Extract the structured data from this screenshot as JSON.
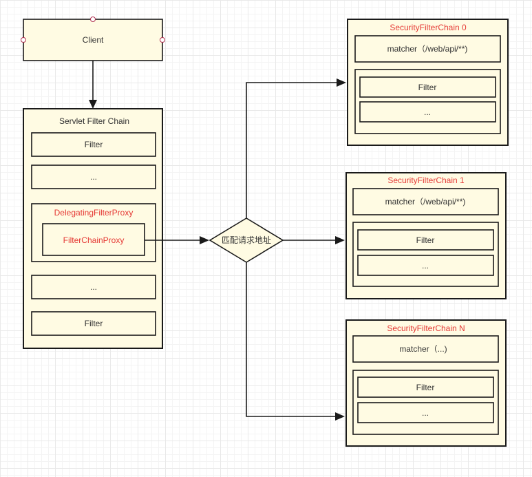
{
  "client": {
    "label": "Client"
  },
  "servlet_chain": {
    "title": "Servlet Filter Chain",
    "filter_top": "Filter",
    "dots_top": "...",
    "delegating": "DelegatingFilterProxy",
    "filter_chain_proxy": "FilterChainProxy",
    "dots_bottom": "...",
    "filter_bottom": "Filter"
  },
  "decision": {
    "label": "匹配请求地址"
  },
  "security_chains": [
    {
      "title": "SecurityFilterChain 0",
      "matcher": "matcher（/web/api/**)",
      "filter": "Filter",
      "dots": "..."
    },
    {
      "title": "SecurityFilterChain 1",
      "matcher": "matcher（/web/api/**)",
      "filter": "Filter",
      "dots": "..."
    },
    {
      "title": "SecurityFilterChain N",
      "matcher": "matcher（...)",
      "filter": "Filter",
      "dots": "..."
    }
  ],
  "colors": {
    "highlight": "#e53935",
    "box_fill": "#fffbe3",
    "stroke": "#1a1a1a"
  }
}
